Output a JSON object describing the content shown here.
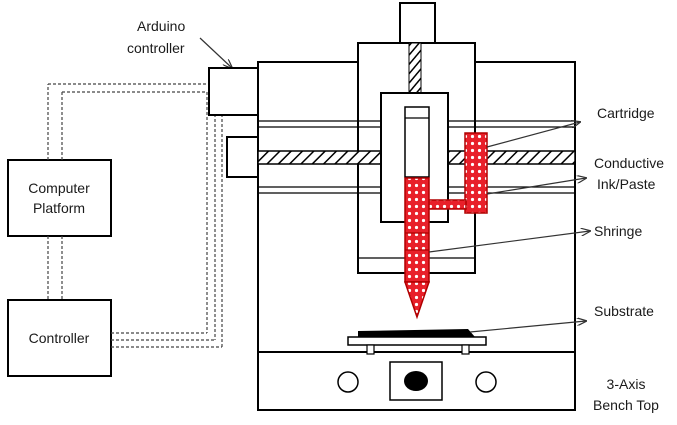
{
  "labels": {
    "arduino_line1": "Arduino",
    "arduino_line2": "controller",
    "computer_line1": "Computer",
    "computer_line2": "Platform",
    "controller": "Controller",
    "cartridge": "Cartridge",
    "ink_line1": "Conductive",
    "ink_line2": "Ink/Paste",
    "syringe": "Shringe",
    "substrate": "Substrate",
    "bench_line1": "3-Axis",
    "bench_line2": "Bench Top"
  },
  "colors": {
    "ink": "#e8202a",
    "line": "#000000",
    "background": "#ffffff"
  }
}
